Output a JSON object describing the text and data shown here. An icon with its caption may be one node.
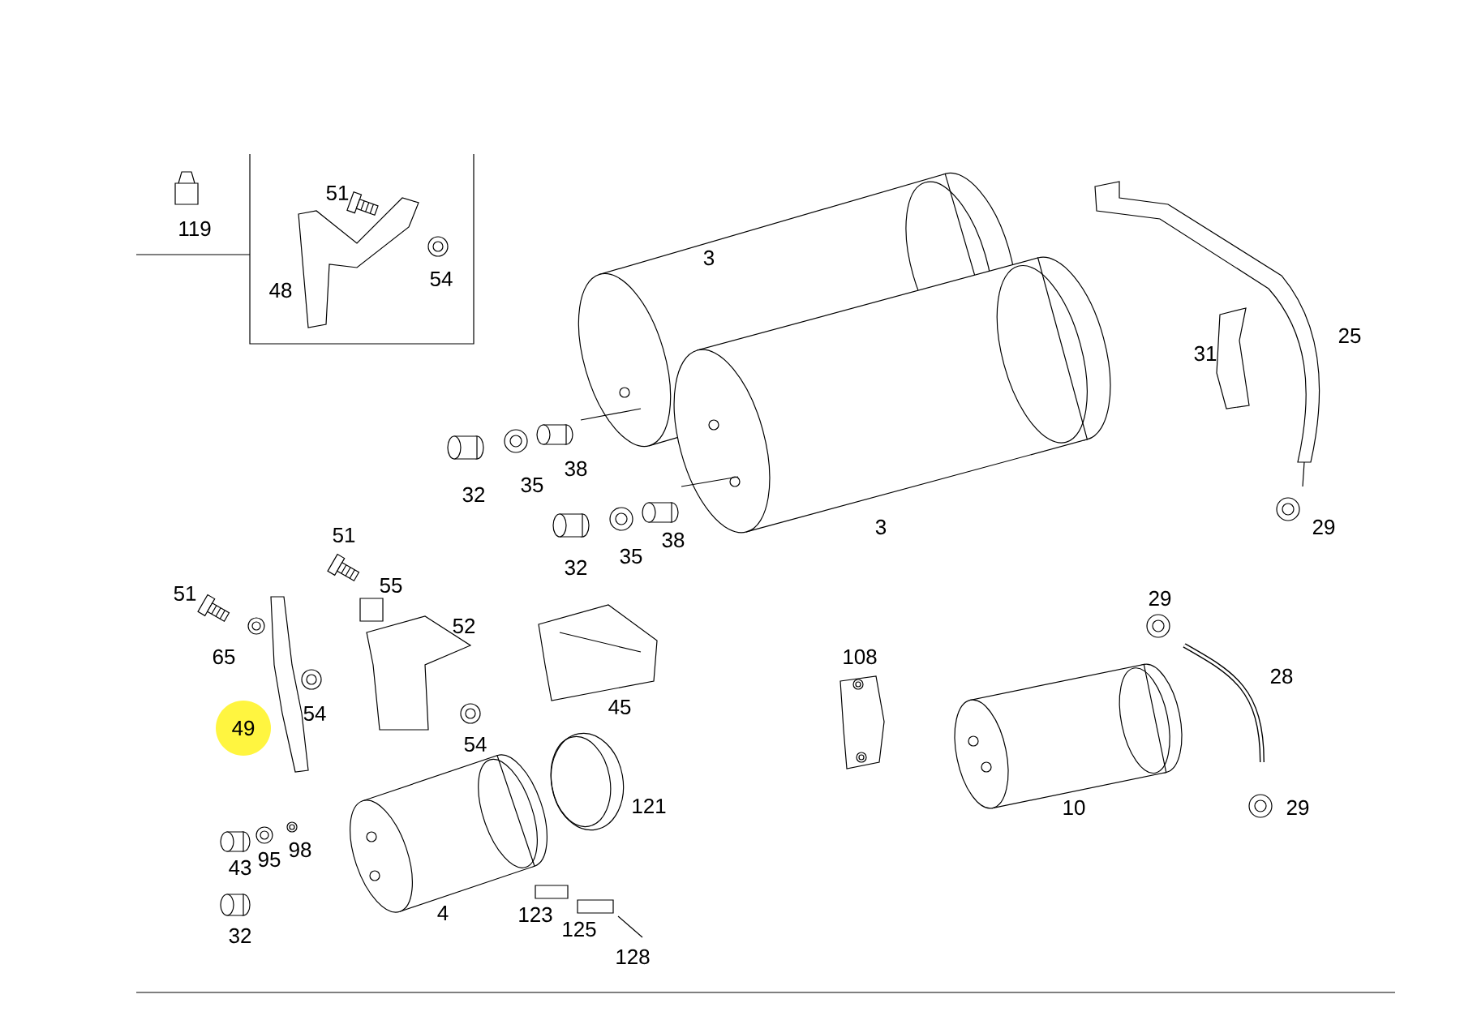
{
  "diagram": {
    "labels": [
      "51",
      "119",
      "3",
      "48",
      "54",
      "31",
      "25",
      "38",
      "32",
      "35",
      "51",
      "38",
      "3",
      "29",
      "32",
      "35",
      "51",
      "55",
      "29",
      "52",
      "65",
      "108",
      "28",
      "54",
      "45",
      "49",
      "54",
      "121",
      "10",
      "29",
      "43",
      "95",
      "98",
      "32",
      "4",
      "123",
      "125",
      "128"
    ]
  }
}
